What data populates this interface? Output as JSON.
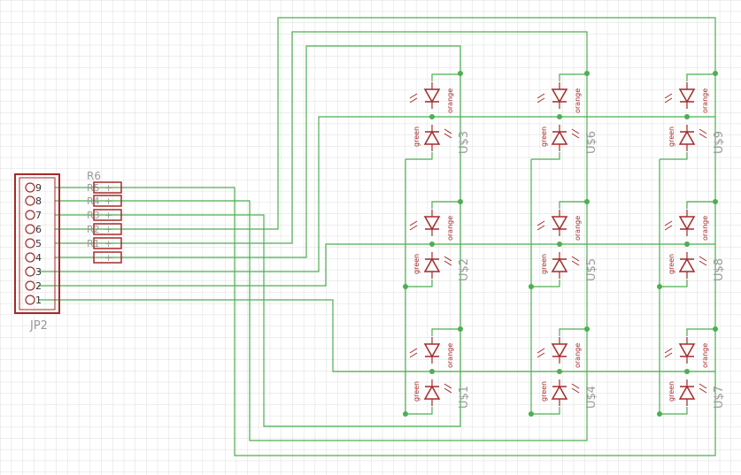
{
  "connector": {
    "name": "JP2",
    "pins": [
      "9",
      "8",
      "7",
      "6",
      "5",
      "4",
      "3",
      "2",
      "1"
    ]
  },
  "resistor_array": {
    "name": "R6",
    "labels": [
      "R5",
      "R4",
      "R3",
      "R2",
      "R1",
      ""
    ],
    "plus": "+"
  },
  "leds": {
    "parts": [
      {
        "ref": "U$3"
      },
      {
        "ref": "U$6"
      },
      {
        "ref": "U$9"
      },
      {
        "ref": "U$2"
      },
      {
        "ref": "U$5"
      },
      {
        "ref": "U$8"
      },
      {
        "ref": "U$1"
      },
      {
        "ref": "U$4"
      },
      {
        "ref": "U$7"
      }
    ],
    "top_color_label": "orange",
    "bottom_color_label": "green"
  },
  "colors": {
    "grid": "#dcdcdc",
    "wire": "#4caf50",
    "part": "#a52a2a",
    "label": "#9a9a9a"
  }
}
